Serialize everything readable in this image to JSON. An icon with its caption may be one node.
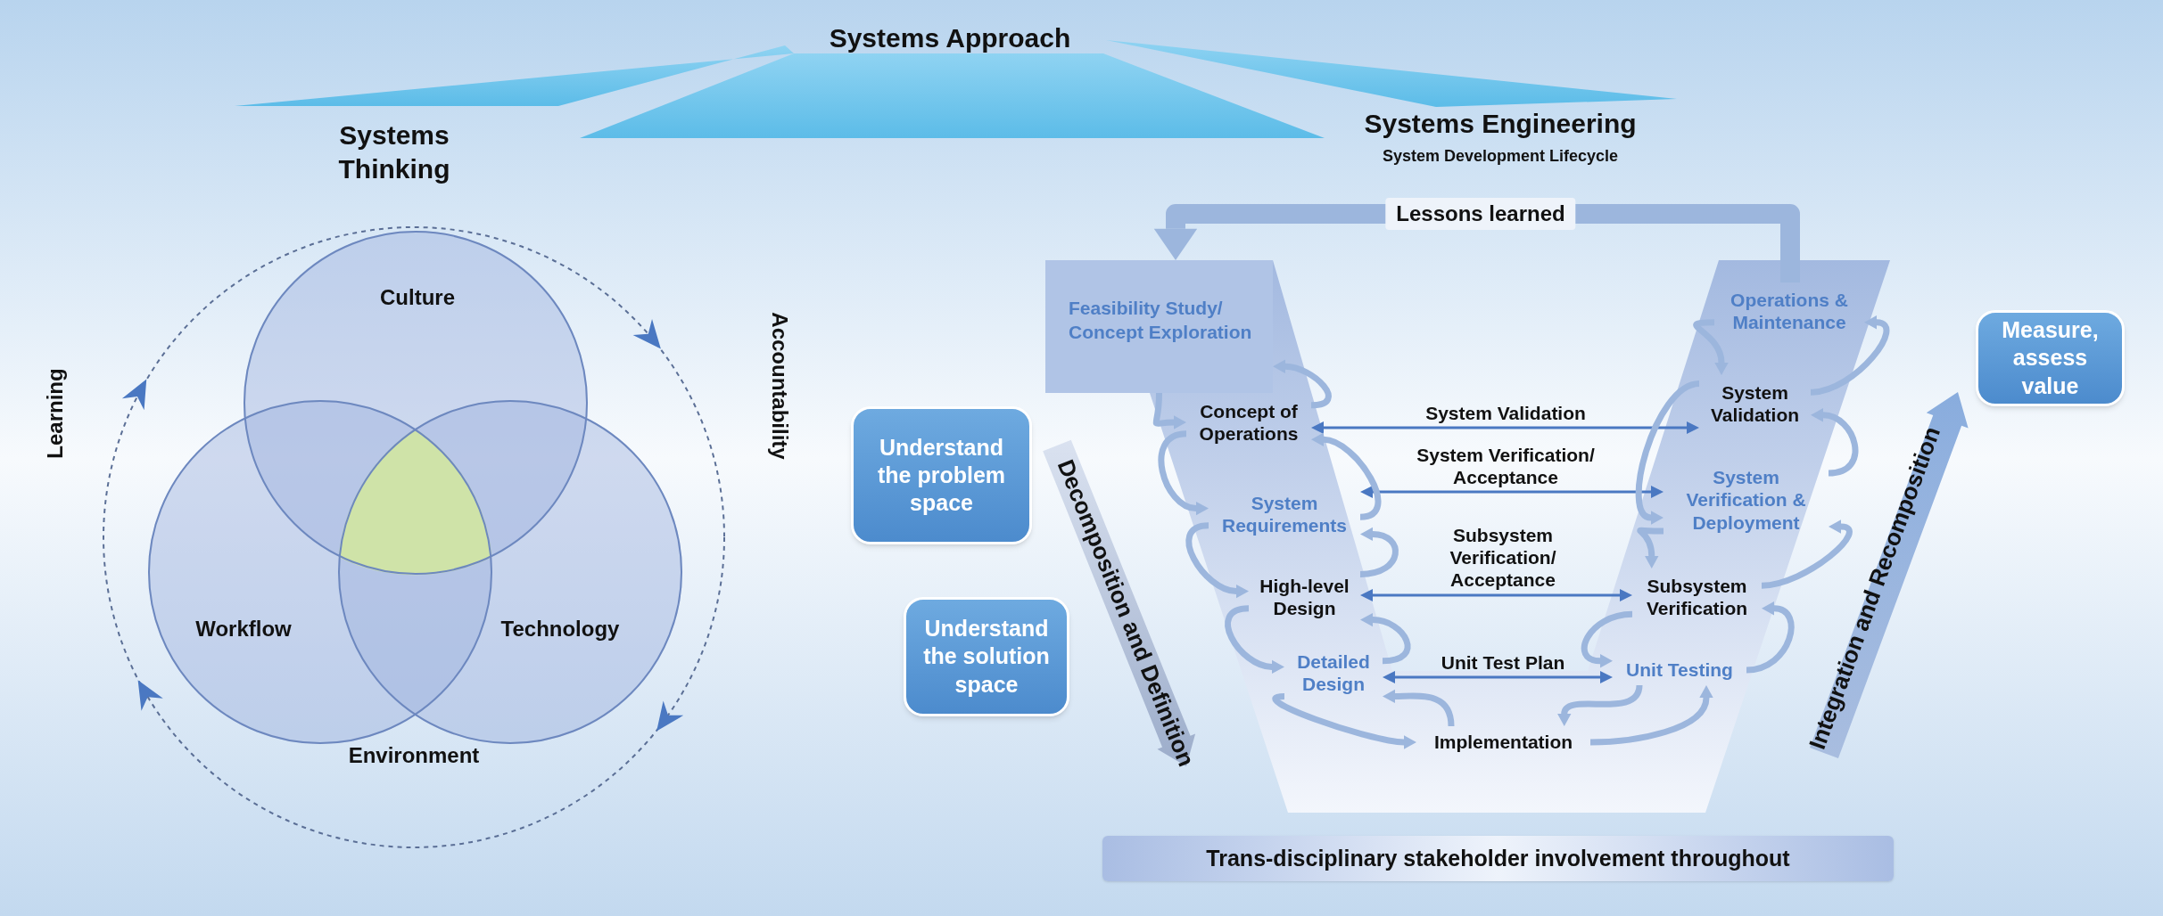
{
  "diagram": {
    "title": "Systems Approach",
    "nodes": [
      {
        "text": [
          "Culture"
        ]
      },
      {
        "text": [
          "Workflow"
        ]
      },
      {
        "text": [
          "Technology"
        ]
      },
      {
        "text": [
          "Understand the problem space"
        ]
      },
      {
        "text": [
          "Understand the solution space"
        ]
      },
      {
        "text": [
          "Feasibility Study/ Concept Exploration"
        ]
      },
      {
        "text": [
          "Concept of Operations"
        ]
      },
      {
        "text": [
          "System Requirements"
        ]
      },
      {
        "text": [
          "High-level Design"
        ]
      },
      {
        "text": [
          "Detailed Design"
        ]
      },
      {
        "text": [
          "Implementation"
        ]
      },
      {
        "text": [
          "Unit Testing"
        ]
      },
      {
        "text": [
          "Subsystem Verification"
        ]
      },
      {
        "text": [
          "System Verification & Deployment"
        ]
      },
      {
        "text": [
          "System Validation"
        ]
      },
      {
        "text": [
          "Operations & Maintenance"
        ]
      },
      {
        "text": [
          "Measure, assess value"
        ]
      },
      {
        "text": [
          "Trans-disciplinary stakeholder involvement throughout"
        ]
      }
    ],
    "edges": [
      {
        "from": 15,
        "to": 5,
        "arrow": "to",
        "label": "Lessons learned",
        "style": "thick"
      },
      {
        "from": 6,
        "to": 14,
        "arrow": "both",
        "label": "System Validation",
        "color": "#4a78c2"
      },
      {
        "from": 7,
        "to": 13,
        "arrow": "both",
        "label": "System Verification/ Acceptance",
        "color": "#4a78c2"
      },
      {
        "from": 8,
        "to": 12,
        "arrow": "both",
        "label": "Subsystem Verification/ Acceptance",
        "color": "#4a78c2"
      },
      {
        "from": 9,
        "to": 11,
        "arrow": "both",
        "label": "Unit Test Plan",
        "color": "#4a78c2"
      },
      {
        "from": 5,
        "to": 6,
        "arrow": "to"
      },
      {
        "from": 6,
        "to": 7,
        "arrow": "to"
      },
      {
        "from": 7,
        "to": 8,
        "arrow": "to"
      },
      {
        "from": 8,
        "to": 9,
        "arrow": "to"
      },
      {
        "from": 9,
        "to": 10,
        "arrow": "to"
      },
      {
        "from": 10,
        "to": 11,
        "arrow": "to"
      },
      {
        "from": 11,
        "to": 12,
        "arrow": "to"
      },
      {
        "from": 12,
        "to": 13,
        "arrow": "to"
      },
      {
        "from": 13,
        "to": 14,
        "arrow": "to"
      },
      {
        "from": 14,
        "to": 15,
        "arrow": "to"
      },
      {
        "from": 6,
        "to": 5,
        "arrow": "to"
      },
      {
        "from": 7,
        "to": 6,
        "arrow": "to"
      },
      {
        "from": 8,
        "to": 7,
        "arrow": "to"
      },
      {
        "from": 9,
        "to": 8,
        "arrow": "to"
      },
      {
        "from": 10,
        "to": 9,
        "arrow": "to"
      },
      {
        "from": 11,
        "to": 10,
        "arrow": "to"
      },
      {
        "from": 12,
        "to": 11,
        "arrow": "to"
      },
      {
        "from": 13,
        "to": 12,
        "arrow": "to"
      },
      {
        "from": 14,
        "to": 13,
        "arrow": "to"
      },
      {
        "from": 15,
        "to": 14,
        "arrow": "to"
      }
    ],
    "labels": [
      "Systems Thinking",
      "Systems Engineering",
      "System Development Lifecycle",
      "Learning",
      "Accountability",
      "Environment",
      "Decomposition and Definition",
      "Integration and Recomposition"
    ]
  }
}
